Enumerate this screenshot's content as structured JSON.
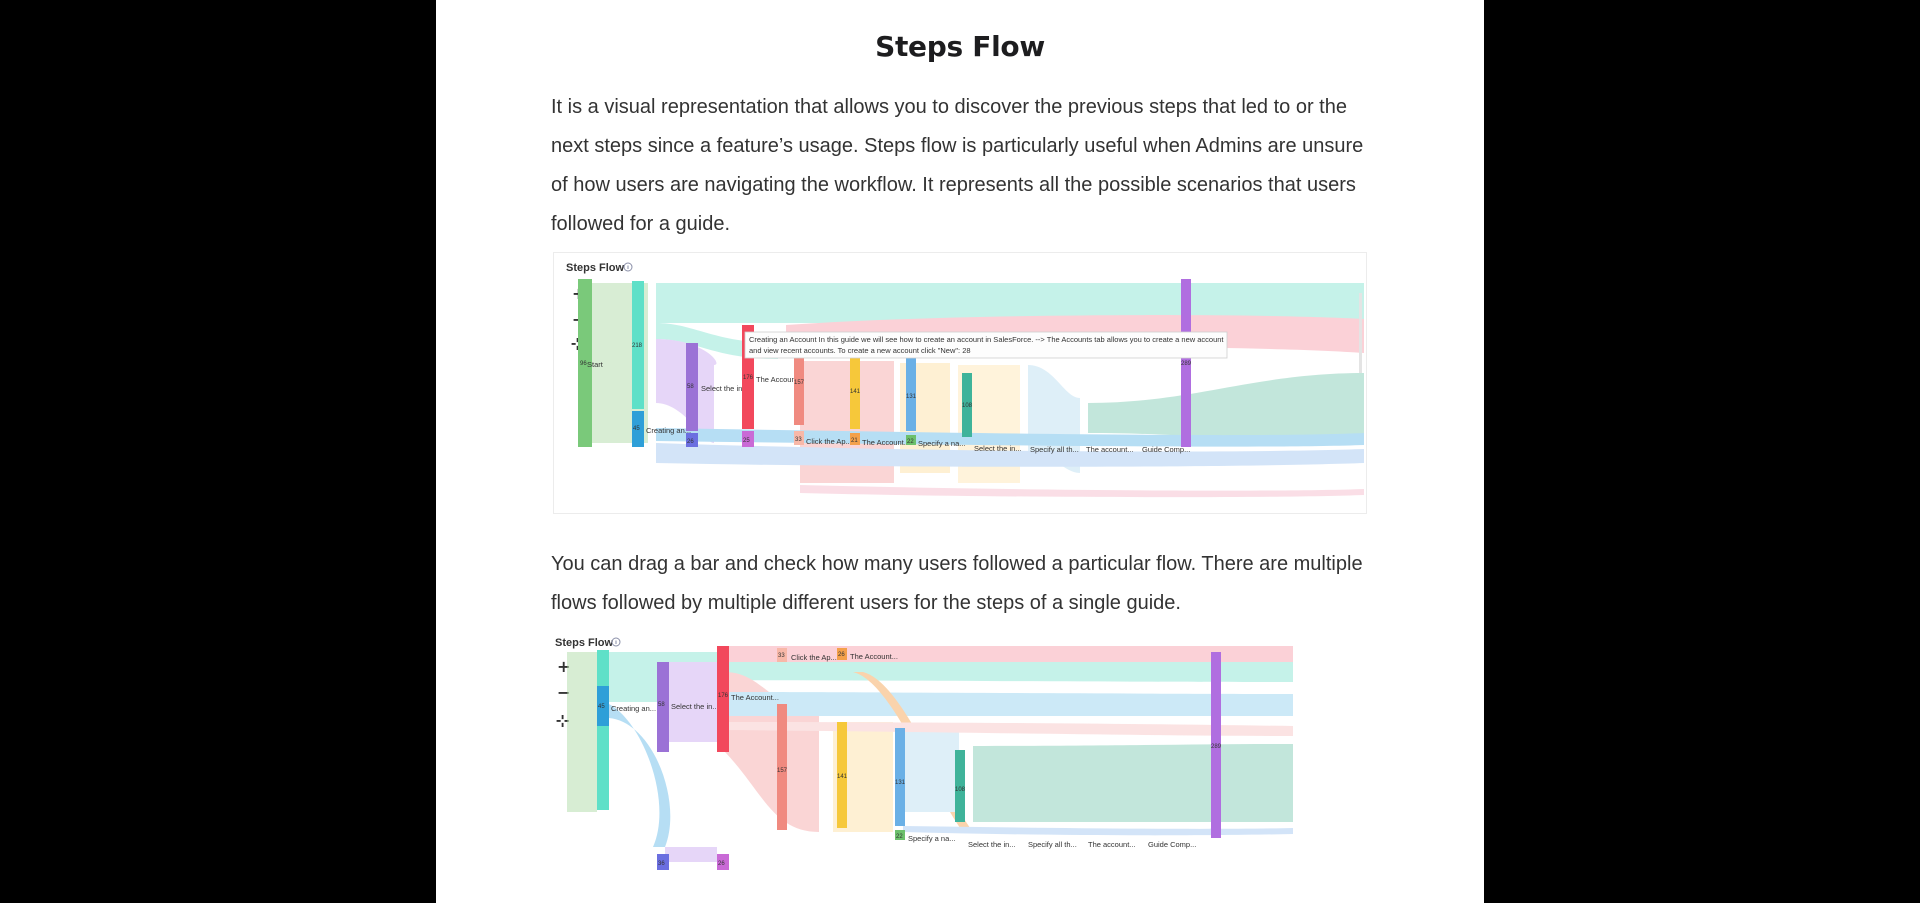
{
  "page": {
    "title": "Steps Flow",
    "paragraph_1": "It is a visual representation that allows you to discover the previous steps that led to or the next steps since a feature’s usage. Steps flow is particularly useful when Admins are unsure of how users are navigating the workflow. It represents all the possible scenarios that users followed for a guide.",
    "paragraph_2": "You can drag a bar and check how many users followed a particular flow. There are multiple flows followed by multiple different users for the steps of a single guide."
  },
  "colors": {
    "background": "#000000",
    "page": "#ffffff",
    "text": "#333333"
  },
  "figure_1": {
    "title": "Steps Flow",
    "info_icon": "info-icon",
    "controls": {
      "zoom_in": "+",
      "zoom_out": "−",
      "reset": "⊹"
    },
    "nodes": {
      "start_value": "96",
      "start_label": "Start",
      "n1_value": "218",
      "n2_value": "45",
      "n2_label": "Creating an...",
      "n3_value": "58",
      "n3_label": "Select the in...",
      "n4_value": "26",
      "n5_value": "176",
      "n5_label": "The Account...",
      "n6_value": "157",
      "n7_value": "25",
      "n8_value": "33",
      "n8_label": "Click the Ap...",
      "n9_value": "141",
      "n10_value": "21",
      "n10_label": "The Account...",
      "n11_value": "131",
      "n12_value": "22",
      "n12_label": "Specify a na...",
      "n13_value": "108",
      "n14_label": "Select the in...",
      "n15_label": "Specify all th...",
      "n16_label": "The account...",
      "n17_label": "Guide Comp...",
      "end_value": "289"
    },
    "tooltip": {
      "line1": "Creating an Account   In this guide we will see how to create an account in SalesForce. --> The Accounts tab allows you to create a new account",
      "line2": "and view recent accounts.   To create a new account click \"New\": 28"
    }
  },
  "figure_2": {
    "title": "Steps Flow",
    "info_icon": "info-icon",
    "controls": {
      "zoom_in": "+",
      "zoom_out": "−",
      "reset": "⊹"
    },
    "nodes": {
      "n1_value": "45",
      "n1_label": "Creating an...",
      "n2_value": "58",
      "n2_label": "Select the in...",
      "n3_value": "176",
      "n3_label": "The Account...",
      "n4_value": "33",
      "n4_label": "Click the Ap...",
      "n5_value": "26",
      "n5_label": "The Account...",
      "n6_value": "157",
      "n7_value": "141",
      "n8_value": "131",
      "n9_value": "108",
      "n10_value": "36",
      "n11_value": "26",
      "n12_value": "22",
      "n12_label": "Specify a na...",
      "n13_label": "Select the in...",
      "n14_label": "Specify all th...",
      "n15_label": "The account...",
      "n16_label": "Guide Comp...",
      "end_value": "289"
    }
  }
}
